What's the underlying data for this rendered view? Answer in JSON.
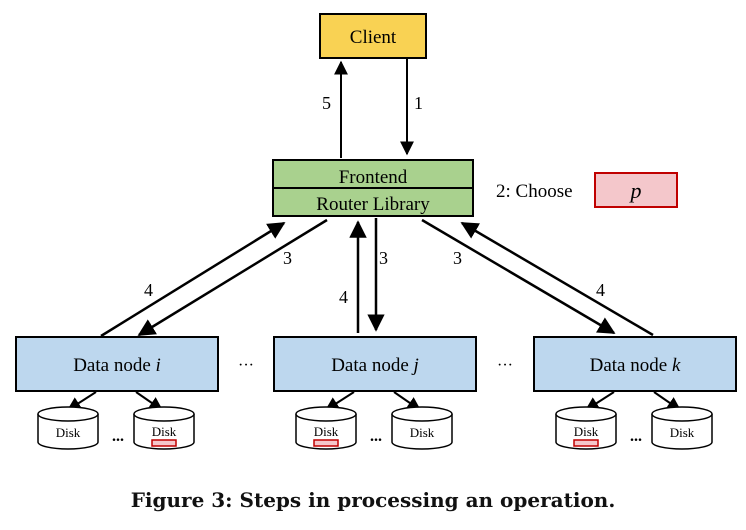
{
  "client": {
    "label": "Client",
    "fill": "#f9d253"
  },
  "frontend": {
    "top_label": "Frontend",
    "bottom_label": "Router Library",
    "fill": "#a9d18e"
  },
  "choose": {
    "label": "2: Choose",
    "box_label": "p",
    "box_fill": "#f4c7cb",
    "box_stroke": "#c00000"
  },
  "arrows": {
    "step1": "1",
    "step5": "5",
    "step3": "3",
    "step4": "4"
  },
  "data_nodes": [
    {
      "prefix": "Data node ",
      "var": "i"
    },
    {
      "prefix": "Data node ",
      "var": "j"
    },
    {
      "prefix": "Data node ",
      "var": "k"
    }
  ],
  "node_fill": "#bdd7ee",
  "ellipsis": "···",
  "disk": {
    "label": "Disk",
    "dots": "..."
  },
  "caption": "Figure 3: Steps in processing an operation."
}
